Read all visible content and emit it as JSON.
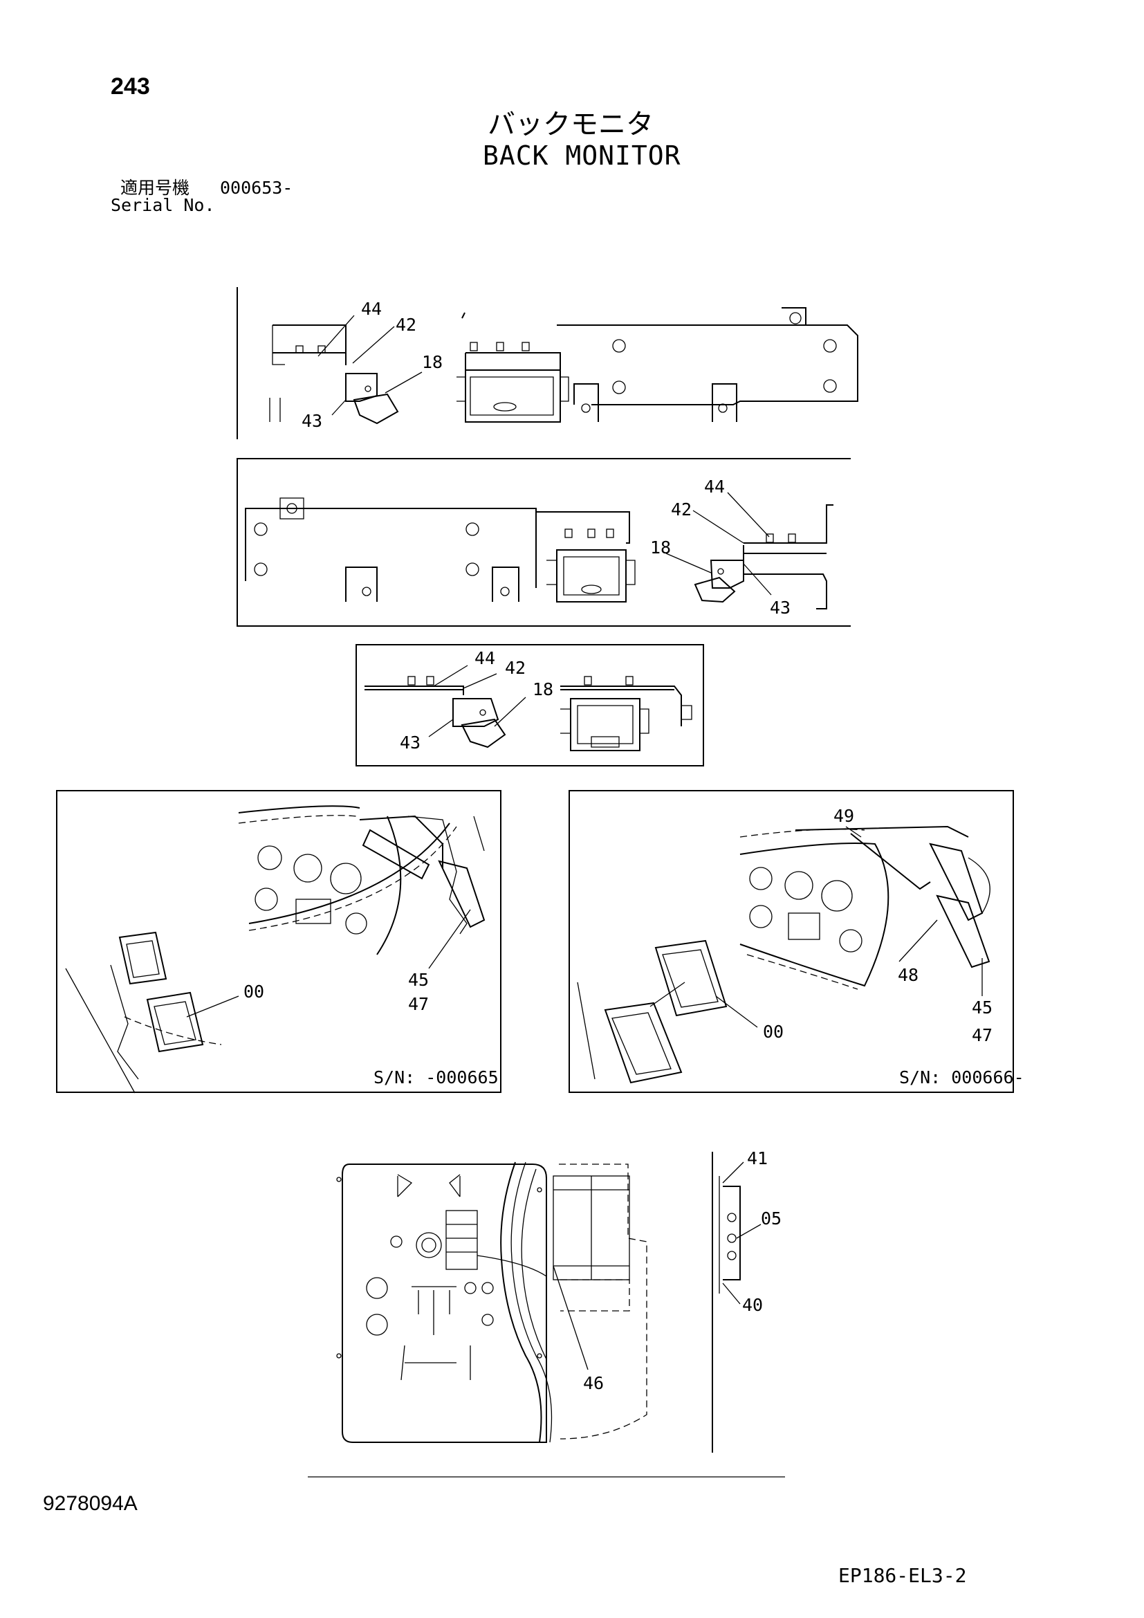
{
  "page": {
    "page_number": "243",
    "title_jp": "バックモニタ",
    "title_en": "BACK MONITOR",
    "serial_label_jp": "適用号機",
    "serial_value": "000653-",
    "serial_label_en": "Serial No.",
    "drawing_number": "9278094A",
    "page_code": "EP186-EL3-2"
  },
  "callouts": {
    "v1": [
      "44",
      "42",
      "18",
      "43"
    ],
    "v2": [
      "44",
      "42",
      "18",
      "43"
    ],
    "v3": [
      "44",
      "42",
      "18",
      "43"
    ],
    "v4": [
      "00",
      "45",
      "47"
    ],
    "v5": [
      "49",
      "48",
      "00",
      "45",
      "47"
    ],
    "v6": [
      "46"
    ],
    "v7": [
      "41",
      "05",
      "40"
    ]
  },
  "serial_ranges": {
    "left": "S/N: -000665",
    "right": "S/N: 000666-"
  }
}
